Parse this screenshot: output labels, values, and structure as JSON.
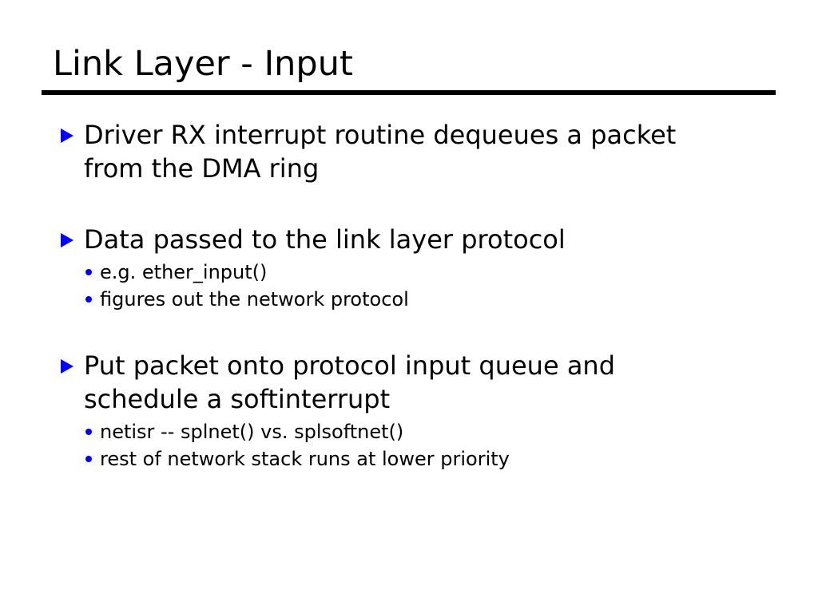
{
  "slide": {
    "title": "Link Layer - Input",
    "background_color": "#ffffff",
    "text_color": "#000000",
    "bullet_color": "#0000ff",
    "rule_color": "#000000",
    "content": [
      {
        "marker": "triangle-bullet",
        "text": "Driver RX interrupt routine dequeues a packet from the DMA ring",
        "sub_items": []
      },
      {
        "marker": "triangle-bullet",
        "text": "Data passed to the link layer protocol",
        "sub_items": [
          {
            "marker": "dot-bullet",
            "text": "e.g. ether_input()"
          },
          {
            "marker": "dot-bullet",
            "text": "figures out the network protocol"
          }
        ]
      },
      {
        "marker": "triangle-bullet",
        "text": "Put packet onto protocol input queue and schedule a softinterrupt",
        "sub_items": [
          {
            "marker": "dot-bullet",
            "text": "netisr -- splnet() vs. splsoftnet()"
          },
          {
            "marker": "dot-bullet",
            "text": "rest of network stack runs at lower priority"
          }
        ]
      }
    ]
  }
}
